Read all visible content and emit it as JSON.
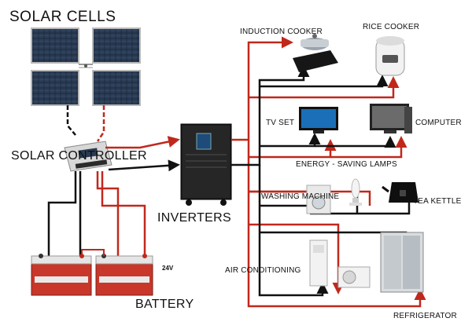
{
  "labels": {
    "solar_cells": "SOLAR CELLS",
    "solar_controller": "SOLAR CONTROLLER",
    "inverters": "INVERTERS",
    "battery": "BATTERY",
    "battery_voltage": "24V",
    "induction_cooker": "INDUCTION COOKER",
    "rice_cooker": "RICE COOKER",
    "tv_set": "TV SET",
    "computer": "COMPUTER",
    "energy_saving_lamps": "ENERGY - SAVING LAMPS",
    "washing_machine": "WASHING MACHINE",
    "tea_kettle": "TEA KETTLE",
    "air_conditioning": "AIR CONDITIONING",
    "refrigerator": "REFRIGERATOR"
  },
  "colors": {
    "wire_positive": "#c0281c",
    "wire_negative": "#111111",
    "panel_cell": "#1d2a3d",
    "battery_red": "#c8372a",
    "inverter_body": "#1c1c1c"
  }
}
